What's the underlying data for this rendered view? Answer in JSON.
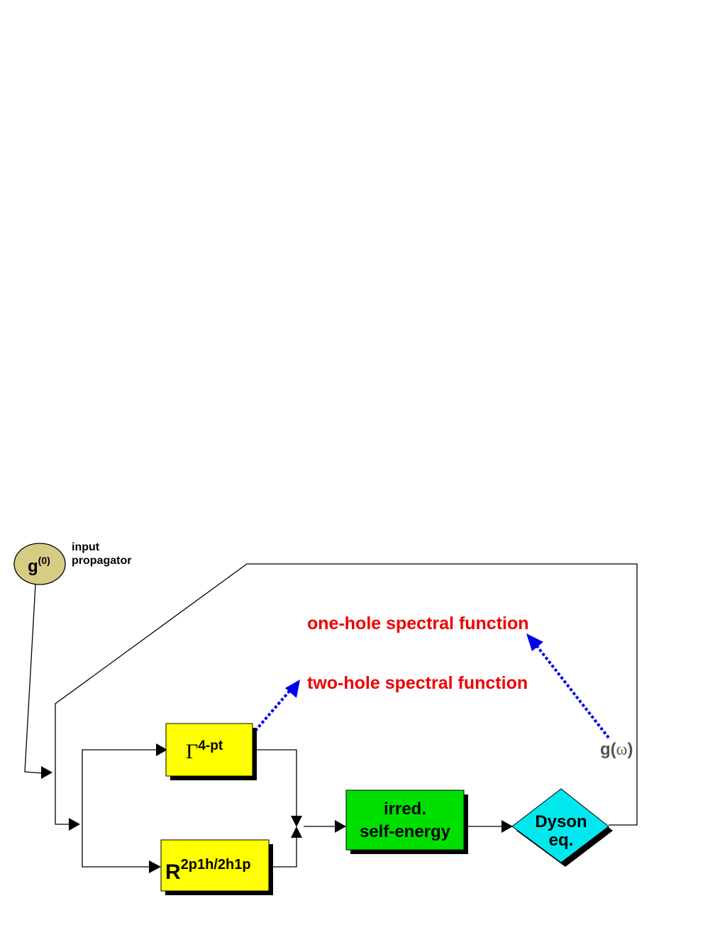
{
  "input": {
    "node_main": "g",
    "node_sup": "(0)",
    "caption_line1": "input",
    "caption_line2": "propagator"
  },
  "gamma_box": {
    "symbol": "Γ",
    "sup": "4-pt"
  },
  "r_box": {
    "main": "R",
    "sup": "2p1h/2h1p"
  },
  "self_energy_box": {
    "line1": "irred.",
    "line2": "self-energy"
  },
  "dyson": {
    "line1": "Dyson",
    "line2": "eq."
  },
  "output": {
    "g": "g(",
    "omega": "ω",
    "close": ")"
  },
  "annotations": {
    "one_hole": "one-hole spectral function",
    "two_hole": "two-hole spectral function"
  },
  "colors": {
    "input_node_fill": "#d6cc84",
    "yellow_box": "#ffff00",
    "green_box": "#00e000",
    "dyson_fill": "#00e8ee",
    "annotation_text": "#ee0000",
    "dotted_arrow": "#0000ee",
    "output_text": "#555555",
    "shadow": "#000000"
  }
}
